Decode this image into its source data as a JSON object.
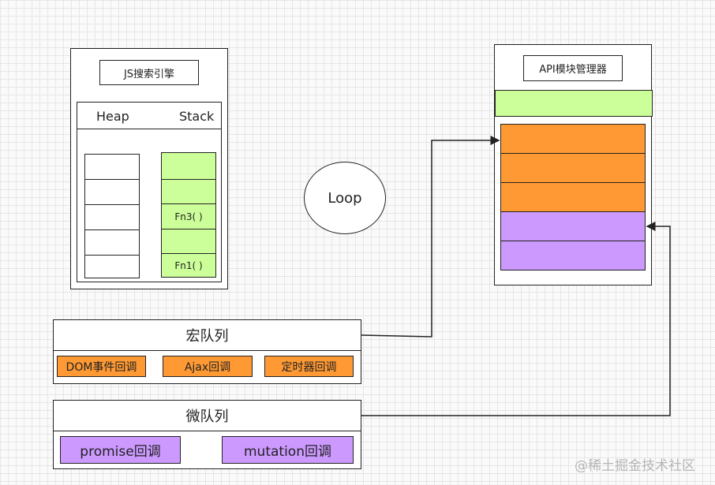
{
  "engine": {
    "title": "JS搜索引擎",
    "heap_label": "Heap",
    "stack_label": "Stack",
    "heap_cells": [
      "",
      "",
      "",
      "",
      ""
    ],
    "stack_cells": [
      "",
      "",
      "Fn3( )",
      "",
      "Fn1( )"
    ]
  },
  "loop": {
    "label": "Loop"
  },
  "api_manager": {
    "title": "API模块管理器"
  },
  "macro_queue": {
    "title": "宏队列",
    "items": [
      "DOM事件回调",
      "Ajax回调",
      "定时器回调"
    ]
  },
  "micro_queue": {
    "title": "微队列",
    "items": [
      "promise回调",
      "mutation回调"
    ]
  },
  "watermark": "@稀土掘金技术社区",
  "colors": {
    "stack_green": "#ccff99",
    "callback_orange": "#ff9933",
    "callback_purple": "#cc99ff"
  }
}
